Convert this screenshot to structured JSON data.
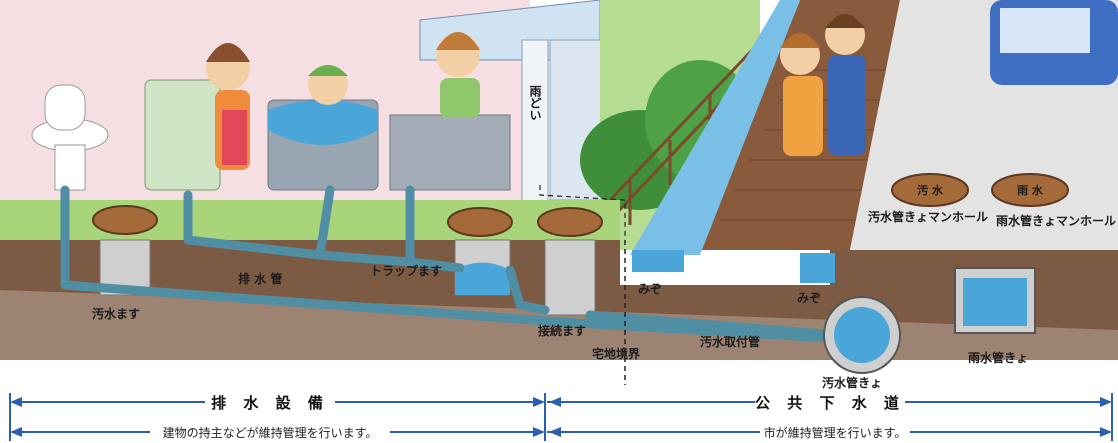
{
  "labels": {
    "rain_gutter": "雨どい",
    "drain_pipe": "排 水 管",
    "trap_box": "トラップます",
    "sewage_box": "汚水ます",
    "connection_box": "接続ます",
    "property_boundary": "宅地境界",
    "ditch_1": "みぞ",
    "ditch_2": "みぞ",
    "lateral_pipe": "汚水取付管",
    "sewer_main": "汚水管きょ",
    "storm_main": "雨水管きょ",
    "sewage_manhole": "汚水管きょマンホール",
    "storm_manhole": "雨水管きょマンホール",
    "manhole_sewage_text": "汚 水",
    "manhole_storm_text": "雨 水"
  },
  "ranges": {
    "private": {
      "title": "排 水 設 備",
      "desc": "建物の持主などが維持管理を行います。"
    },
    "public": {
      "title": "公 共 下 水 道",
      "desc": "市が維持管理を行います。"
    }
  },
  "colors": {
    "wall_pink": "#f6dfe2",
    "grass": "#a9d57a",
    "soil": "#7d5a43",
    "pipe": "#4f8ea3",
    "water": "#4aa6d8",
    "arrow": "#2b5fb0",
    "brick": "#8a5a3c"
  }
}
